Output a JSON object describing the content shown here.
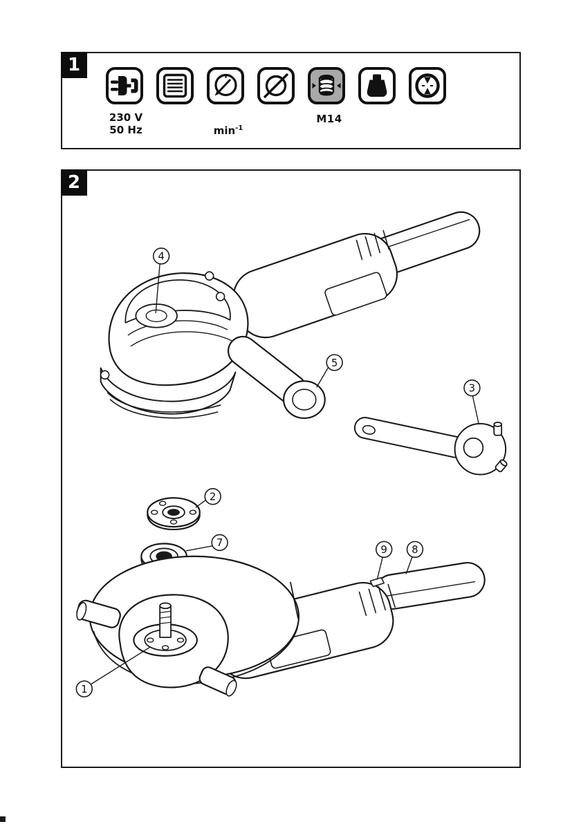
{
  "figure1": {
    "label": "1",
    "icons": [
      {
        "name": "power-plug-icon"
      },
      {
        "name": "insulation-class-icon"
      },
      {
        "name": "no-load-speed-icon"
      },
      {
        "name": "disc-diameter-icon"
      },
      {
        "name": "spindle-thread-icon",
        "highlighted": true
      },
      {
        "name": "weight-icon"
      },
      {
        "name": "rotation-direction-icon"
      }
    ],
    "captions": {
      "voltage_line1": "230 V",
      "voltage_line2": "50 Hz",
      "speed_base": "min",
      "speed_sup": "-1",
      "thread": "M14"
    }
  },
  "figure2": {
    "label": "2",
    "callouts": [
      {
        "n": "4"
      },
      {
        "n": "5"
      },
      {
        "n": "3"
      },
      {
        "n": "2"
      },
      {
        "n": "7"
      },
      {
        "n": "9"
      },
      {
        "n": "8"
      },
      {
        "n": "1"
      }
    ]
  },
  "colors": {
    "line": "#1a1a1a",
    "label_bg": "#0d0d0d",
    "highlight_icon_bg": "#a9a9a9"
  }
}
